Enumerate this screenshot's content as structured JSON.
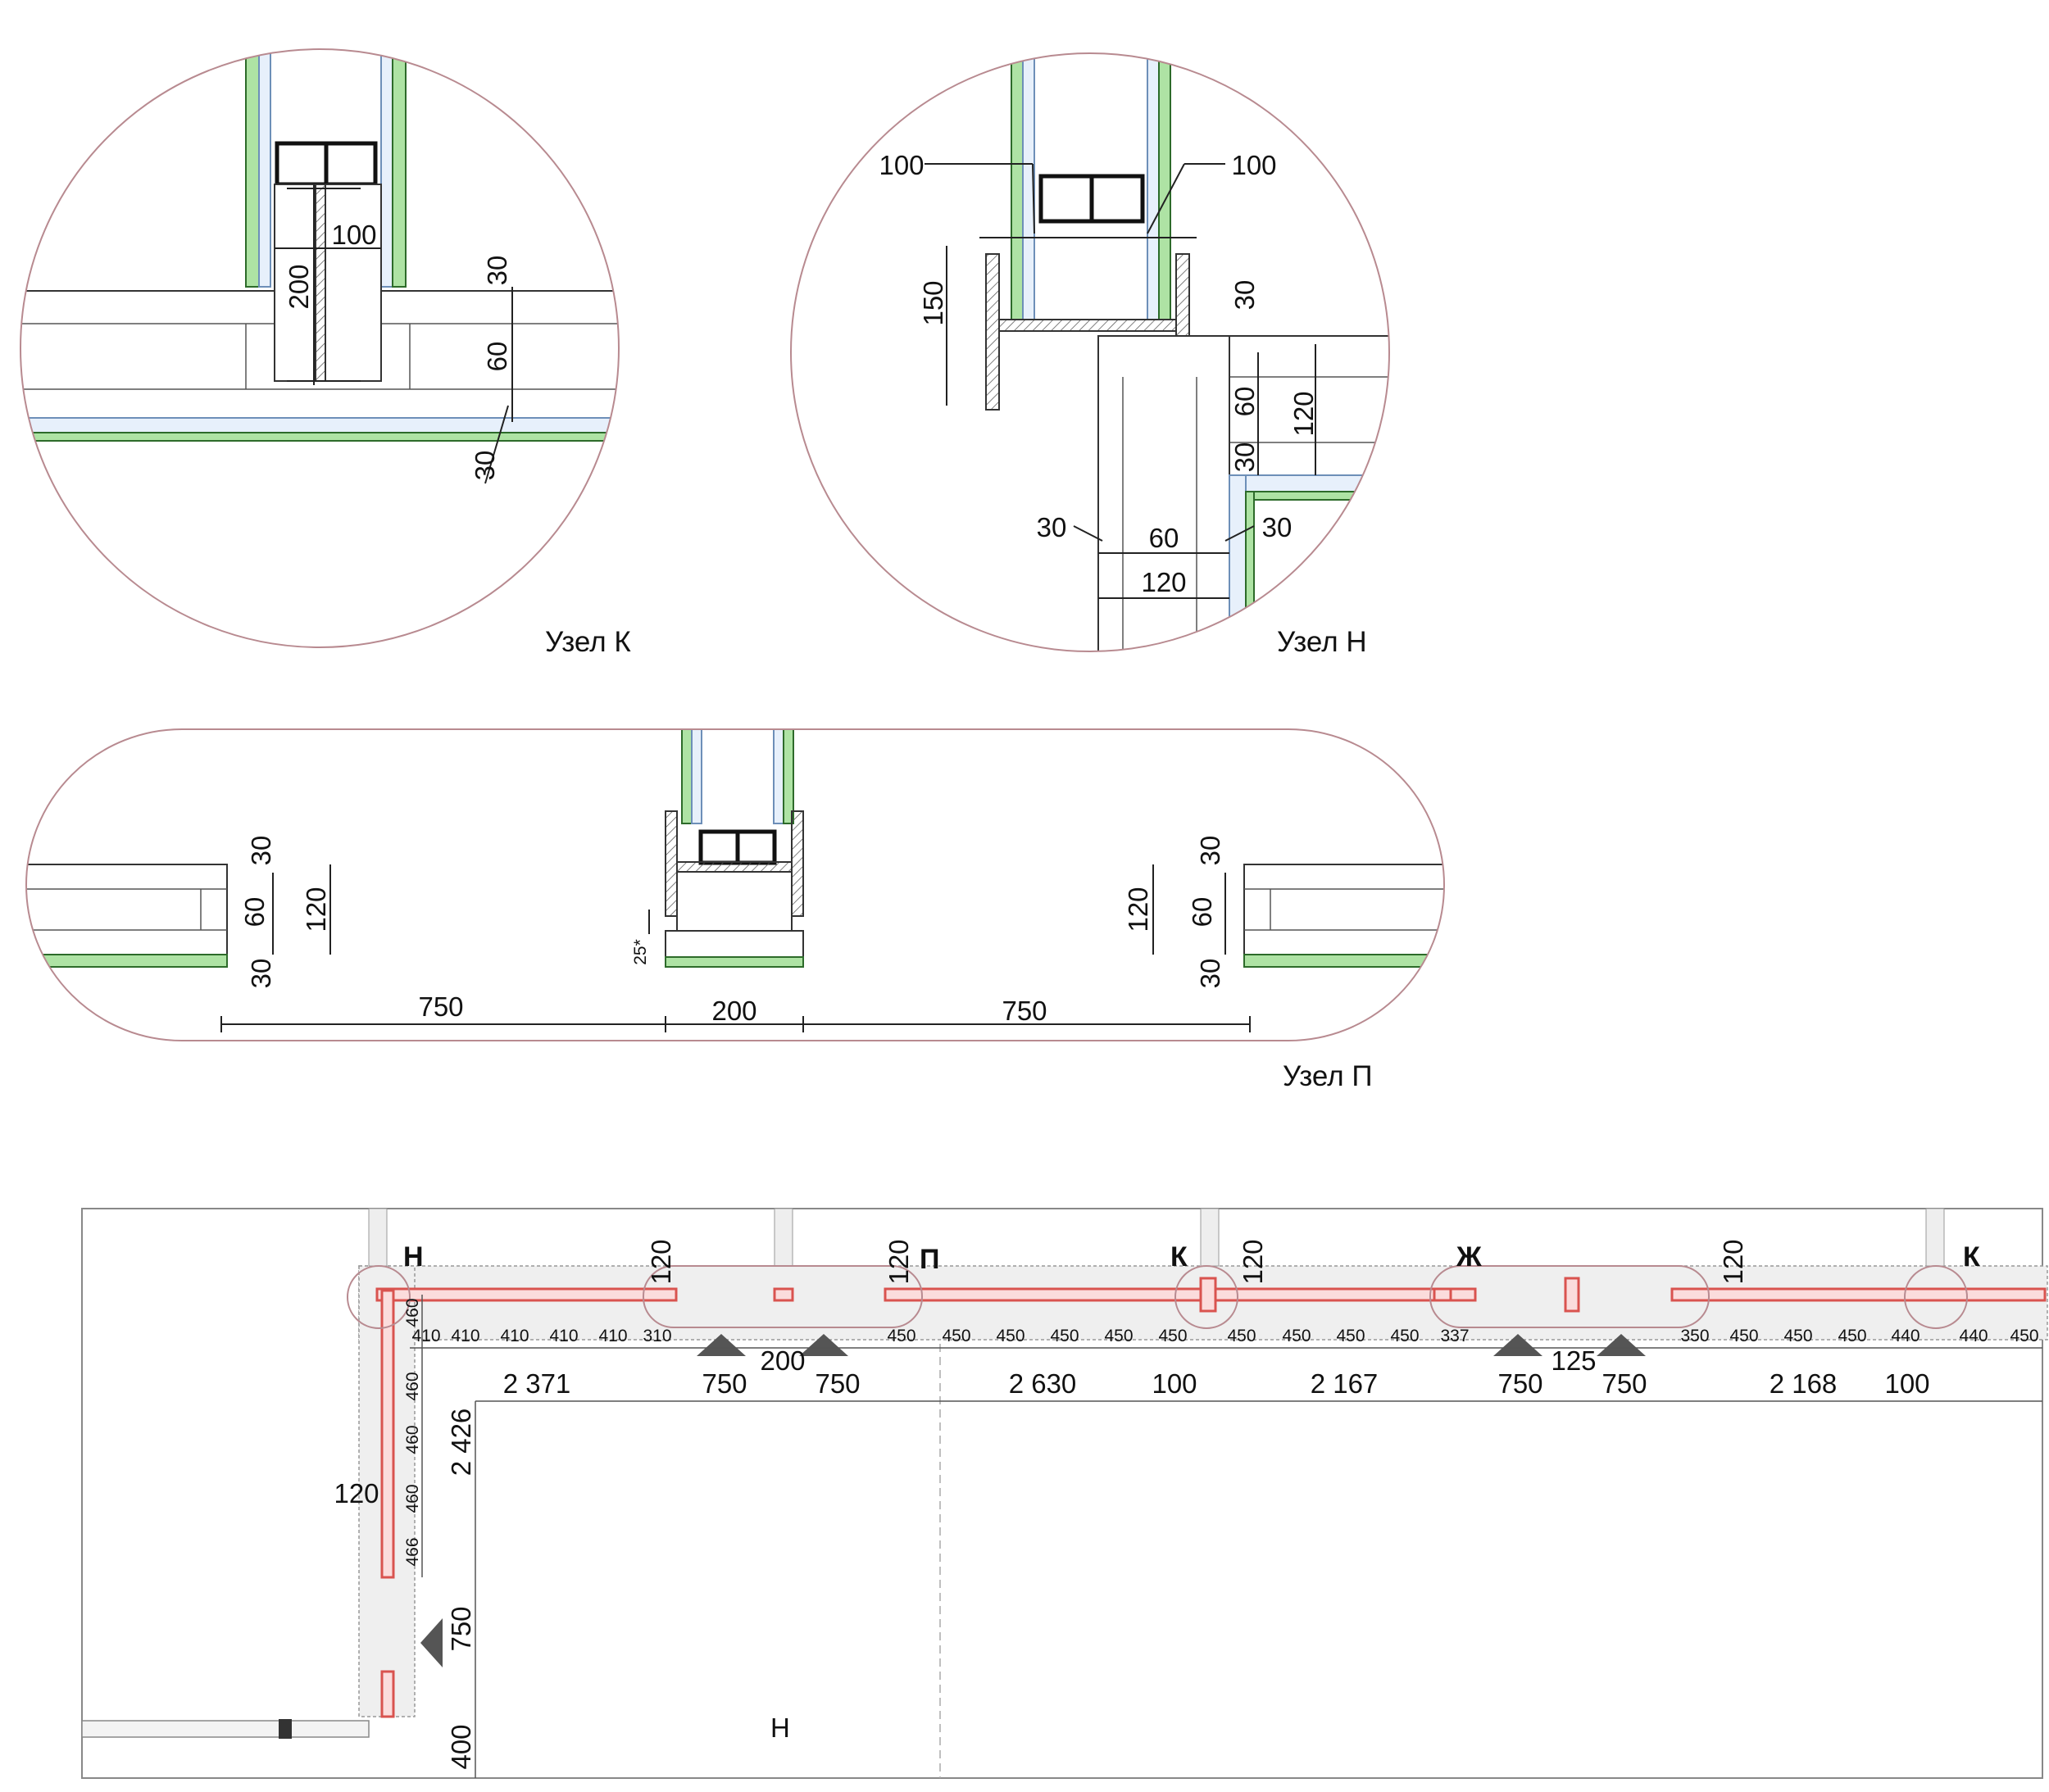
{
  "node_k": {
    "label": "Узел К",
    "dims": {
      "d100": "100",
      "d200": "200",
      "d30_top": "30",
      "d60": "60",
      "d30_bottom": "30"
    }
  },
  "node_n": {
    "label": "Узел Н",
    "dims": {
      "d100_left": "100",
      "d100_right": "100",
      "d150": "150",
      "d30_top": "30",
      "d60": "60",
      "d120_vert": "120",
      "d30_mid": "30",
      "d30_left": "30",
      "d60_h": "60",
      "d30_right": "30",
      "d120_h": "120"
    }
  },
  "node_p": {
    "label": "Узел П",
    "dims": {
      "l30_top": "30",
      "l60": "60",
      "l30_bottom": "30",
      "l120": "120",
      "star": "25*",
      "r120": "120",
      "r60": "60",
      "r30_top": "30",
      "r30_bottom": "30",
      "span_left": "750",
      "span_mid": "200",
      "span_right": "750"
    }
  },
  "plan": {
    "markers": {
      "n": "Н",
      "p": "П",
      "k1": "К",
      "zh": "Ж",
      "k2": "К"
    },
    "dims_120": [
      "120",
      "120",
      "120",
      "120"
    ],
    "row1": [
      "410",
      "410",
      "410",
      "410",
      "410",
      "310",
      "200",
      "450",
      "450",
      "450",
      "450",
      "450",
      "450",
      "450",
      "450",
      "450",
      "450",
      "337",
      "125",
      "350",
      "450",
      "450",
      "450",
      "440",
      "440",
      "450"
    ],
    "row2": [
      "2 371",
      "750",
      "750",
      "2 630",
      "100",
      "2 167",
      "750",
      "750",
      "2 168",
      "100"
    ],
    "vertical": [
      "460",
      "460",
      "460",
      "460",
      "466"
    ],
    "left_120": "120",
    "v2426": "2 426",
    "v750": "750",
    "v400": "400"
  }
}
